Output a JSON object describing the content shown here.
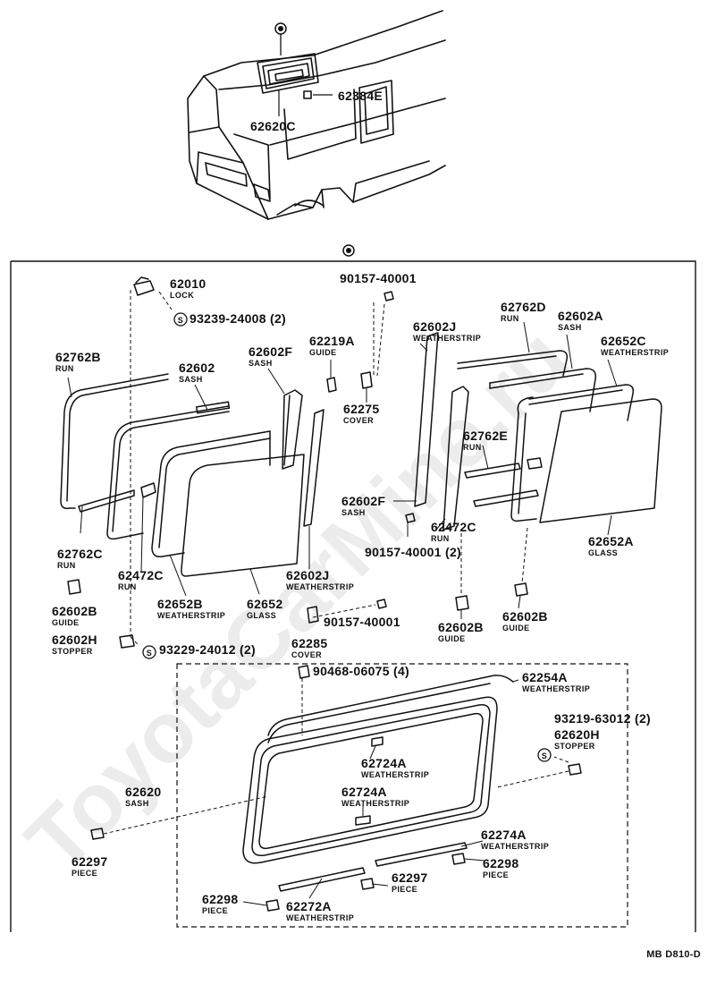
{
  "diagram_code": "MB D810-D",
  "watermark": "ToyotaCarMine.ru",
  "marker_symbol": "◉",
  "screw_symbol": "S",
  "parts": [
    {
      "id": "p62384E",
      "number": "62384E",
      "name": ""
    },
    {
      "id": "p62620C",
      "number": "62620C",
      "name": ""
    },
    {
      "id": "p90157a",
      "number": "90157-40001",
      "name": ""
    },
    {
      "id": "p62010",
      "number": "62010",
      "name": "LOCK"
    },
    {
      "id": "p93239",
      "number": "93239-24008 (2)",
      "name": ""
    },
    {
      "id": "p62762D",
      "number": "62762D",
      "name": "RUN"
    },
    {
      "id": "p62602J1",
      "number": "62602J",
      "name": "WEATHERSTRIP"
    },
    {
      "id": "p62602A",
      "number": "62602A",
      "name": "SASH"
    },
    {
      "id": "p62219A",
      "number": "62219A",
      "name": "GUIDE"
    },
    {
      "id": "p62652C",
      "number": "62652C",
      "name": "WEATHERSTRIP"
    },
    {
      "id": "p62602F1",
      "number": "62602F",
      "name": "SASH"
    },
    {
      "id": "p62762B",
      "number": "62762B",
      "name": "RUN"
    },
    {
      "id": "p62602",
      "number": "62602",
      "name": "SASH"
    },
    {
      "id": "p62275",
      "number": "62275",
      "name": "COVER"
    },
    {
      "id": "p62762E",
      "number": "62762E",
      "name": "RUN"
    },
    {
      "id": "p62602F2",
      "number": "62602F",
      "name": "SASH"
    },
    {
      "id": "p62472C1",
      "number": "62472C",
      "name": "RUN"
    },
    {
      "id": "p90157b",
      "number": "90157-40001 (2)",
      "name": ""
    },
    {
      "id": "p62652A",
      "number": "62652A",
      "name": "GLASS"
    },
    {
      "id": "p62762C",
      "number": "62762C",
      "name": "RUN"
    },
    {
      "id": "p62472C2",
      "number": "62472C",
      "name": "RUN"
    },
    {
      "id": "p62602J2",
      "number": "62602J",
      "name": "WEATHERSTRIP"
    },
    {
      "id": "p62602B1",
      "number": "62602B",
      "name": "GUIDE"
    },
    {
      "id": "p62652B",
      "number": "62652B",
      "name": "WEATHERSTRIP"
    },
    {
      "id": "p62652",
      "number": "62652",
      "name": "GLASS"
    },
    {
      "id": "p90157c",
      "number": "90157-40001",
      "name": ""
    },
    {
      "id": "p62602B2",
      "number": "62602B",
      "name": "GUIDE"
    },
    {
      "id": "p62602B3",
      "number": "62602B",
      "name": "GUIDE"
    },
    {
      "id": "p62602H",
      "number": "62602H",
      "name": "STOPPER"
    },
    {
      "id": "p62285",
      "number": "62285",
      "name": "COVER"
    },
    {
      "id": "p93229",
      "number": "93229-24012 (2)",
      "name": ""
    },
    {
      "id": "p90468",
      "number": "90468-06075 (4)",
      "name": ""
    },
    {
      "id": "p62254A",
      "number": "62254A",
      "name": "WEATHERSTRIP"
    },
    {
      "id": "p93219",
      "number": "93219-63012 (2)",
      "name": ""
    },
    {
      "id": "p62620H",
      "number": "62620H",
      "name": "STOPPER"
    },
    {
      "id": "p62724A1",
      "number": "62724A",
      "name": "WEATHERSTRIP"
    },
    {
      "id": "p62620",
      "number": "62620",
      "name": "SASH"
    },
    {
      "id": "p62724A2",
      "number": "62724A",
      "name": "WEATHERSTRIP"
    },
    {
      "id": "p62274A",
      "number": "62274A",
      "name": "WEATHERSTRIP"
    },
    {
      "id": "p62297a",
      "number": "62297",
      "name": "PIECE"
    },
    {
      "id": "p62298a",
      "number": "62298",
      "name": "PIECE"
    },
    {
      "id": "p62297b",
      "number": "62297",
      "name": "PIECE"
    },
    {
      "id": "p62298b",
      "number": "62298",
      "name": "PIECE"
    },
    {
      "id": "p62272A",
      "number": "62272A",
      "name": "WEATHERSTRIP"
    }
  ]
}
